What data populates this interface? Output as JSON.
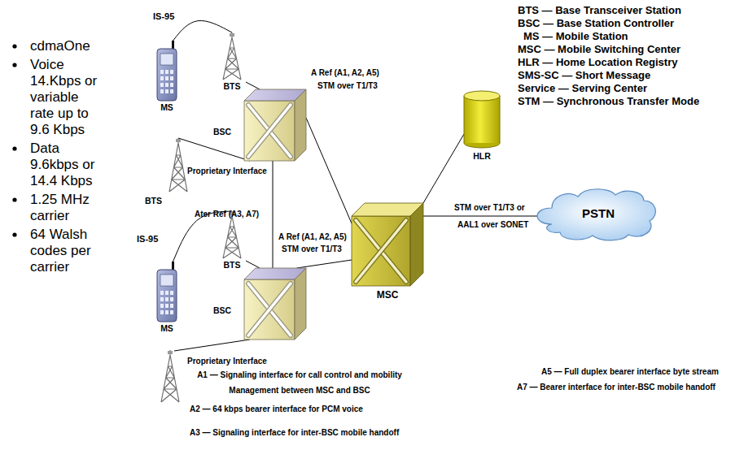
{
  "diagram": {
    "nodes": [
      {
        "text": [
          "MS"
        ]
      },
      {
        "text": [
          "BTS"
        ]
      },
      {
        "text": [
          "BSC"
        ]
      },
      {
        "text": [
          "BTS"
        ]
      },
      {
        "text": [
          "HLR"
        ]
      },
      {
        "text": [
          "MSC"
        ]
      },
      {
        "text": [
          "PSTN"
        ]
      },
      {
        "text": [
          "MS"
        ]
      },
      {
        "text": [
          "BTS"
        ]
      },
      {
        "text": [
          "BSC"
        ]
      }
    ],
    "edges": [
      {
        "from": 0,
        "to": 1,
        "arrow": "none",
        "label": "IS-95"
      },
      {
        "from": 1,
        "to": 2,
        "arrow": "none"
      },
      {
        "from": 2,
        "to": 3,
        "arrow": "none"
      },
      {
        "from": 2,
        "to": 5,
        "arrow": "none",
        "label": "A Ref (A1, A2, A5)"
      },
      {
        "from": 2,
        "to": 9,
        "arrow": "none",
        "label": "Ater Ref (A3, A7)"
      },
      {
        "from": 7,
        "to": 8,
        "arrow": "none",
        "label": "IS-95"
      },
      {
        "from": 8,
        "to": 9,
        "arrow": "none"
      },
      {
        "from": 9,
        "to": 5,
        "arrow": "none",
        "label": "A Ref (A1, A2, A5)"
      },
      {
        "from": 5,
        "to": 4,
        "arrow": "none"
      },
      {
        "from": 5,
        "to": 6,
        "arrow": "none",
        "label": "STM over T1/T3 or"
      }
    ],
    "labels": [
      "cdmaOne",
      "Voice 14.Kbps or variable rate up to 9.6 Kbps",
      "Data 9.6kbps or 14.4 Kbps",
      "1.25 MHz carrier",
      "64 Walsh codes per carrier",
      "BTS — Base Transceiver Station",
      "BSC — Base Station Controller",
      "MS — Mobile Station",
      "MSC — Mobile Switching Center",
      "HLR — Home Location Registry",
      "SMS-SC — Short Message",
      "Service — Serving Center",
      "STM — Synchronous Transfer Mode",
      "Proprietary Interface",
      "STM over T1/T3",
      "Proprietary Interface",
      "STM over T1/T3",
      "AAL1 over SONET",
      "A1 — Signaling interface for call control and mobility Management between MSC and BSC",
      "A2 — 64 kbps bearer interface for PCM voice",
      "A3 — Signaling interface for inter-BSC mobile handoff",
      "A5 — Full duplex bearer interface byte stream",
      "A7 — Bearer interface for inter-BSC mobile handoff"
    ]
  }
}
